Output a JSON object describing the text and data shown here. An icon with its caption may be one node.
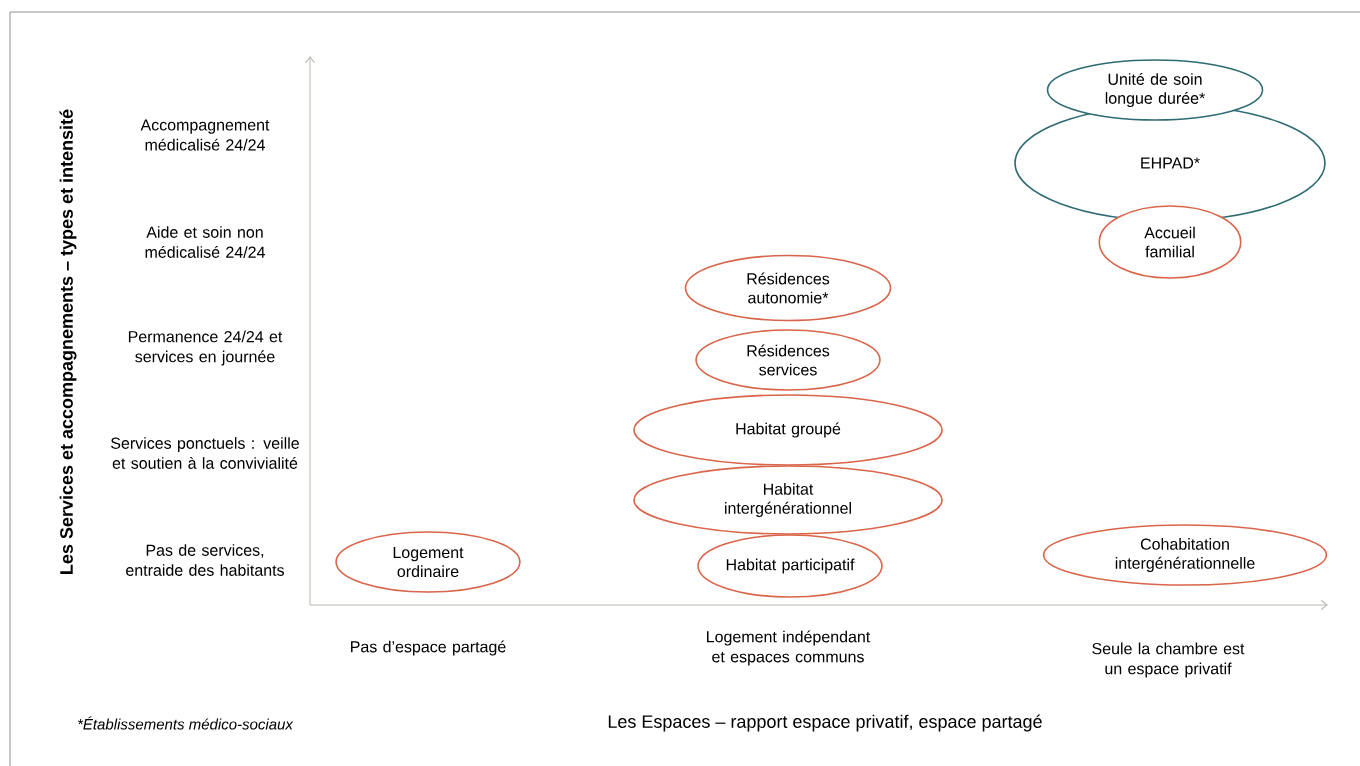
{
  "diagram": {
    "nodes": [
      {
        "text": [
          "Unité de soin longue durée*"
        ]
      },
      {
        "text": [
          "EHPAD*"
        ]
      },
      {
        "text": [
          "Accueil familial"
        ]
      },
      {
        "text": [
          "Résidences autonomie*"
        ]
      },
      {
        "text": [
          "Résidences services"
        ]
      },
      {
        "text": [
          "Habitat groupé"
        ]
      },
      {
        "text": [
          "Habitat intergénérationnel"
        ]
      },
      {
        "text": [
          "Logement ordinaire"
        ]
      },
      {
        "text": [
          "Habitat participatif"
        ]
      },
      {
        "text": [
          "Cohabitation intergénérationnelle"
        ]
      }
    ],
    "labels": [
      "Les Services et accompagnements – types et intensité",
      "Accompagnement médicalisé 24/24",
      "Aide et soin non médicalisé 24/24",
      "Permanence 24/24 et services en journée",
      "Services ponctuels : veille et soutien à la convivialité",
      "Pas de services, entraide des habitants",
      "Pas d’espace partagé",
      "Logement indépendant et espaces communs",
      "Seule la chambre est un espace privatif",
      "*Établissements médico-sociaux",
      "Les Espaces – rapport espace privatif, espace partagé"
    ]
  }
}
